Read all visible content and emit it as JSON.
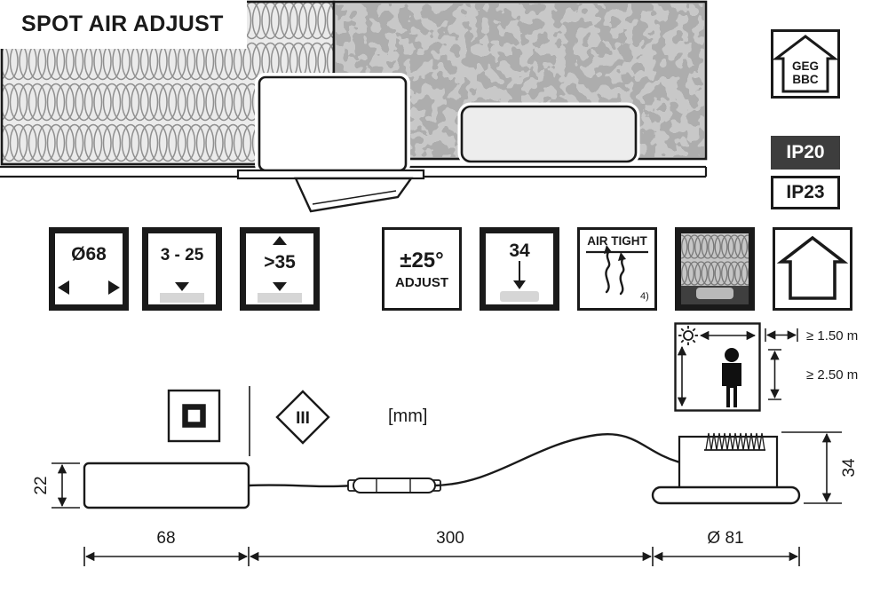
{
  "title": "SPOT AIR ADJUST",
  "certifications": {
    "energy_label_line1": "GEG",
    "energy_label_line2": "BBC",
    "ip_rating_top": "IP20",
    "ip_rating_bottom": "IP23"
  },
  "spec_icons": {
    "cutout_diameter": "Ø68",
    "mounting_thickness": "3 - 25",
    "min_recess_depth": ">35",
    "tilt_angle": "±25°",
    "tilt_label": "ADJUST",
    "recess_height": "34",
    "air_tight_label": "AIR TIGHT",
    "air_tight_footnote": "4)"
  },
  "clearance": {
    "min_horizontal": "≥ 1.50 m",
    "min_vertical": "≥ 2.50 m"
  },
  "dimensions": {
    "unit": "[mm]",
    "protection_class": "III",
    "driver_height": "22",
    "driver_length": "68",
    "cable_length": "300",
    "spot_diameter": "Ø 81",
    "spot_height": "34"
  }
}
